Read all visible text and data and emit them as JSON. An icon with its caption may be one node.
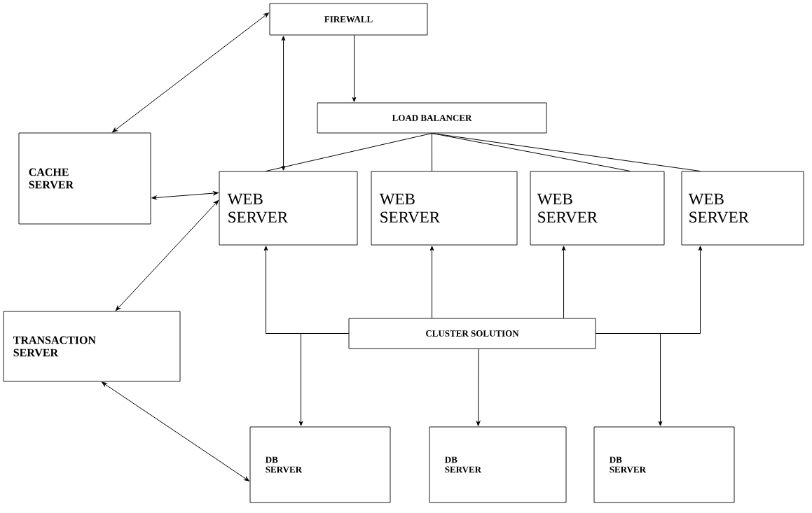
{
  "diagram": {
    "nodes": [
      {
        "text": [
          "FIREWALL"
        ]
      },
      {
        "text": [
          "LOAD BALANCER"
        ]
      },
      {
        "text": [
          "CACHE SERVER"
        ]
      },
      {
        "text": [
          "WEB SERVER"
        ]
      },
      {
        "text": [
          "WEB SERVER"
        ]
      },
      {
        "text": [
          "WEB SERVER"
        ]
      },
      {
        "text": [
          "WEB SERVER"
        ]
      },
      {
        "text": [
          "TRANSACTION SERVER"
        ]
      },
      {
        "text": [
          "CLUSTER SOLUTION"
        ]
      },
      {
        "text": [
          "DB SERVER"
        ]
      },
      {
        "text": [
          "DB SERVER"
        ]
      },
      {
        "text": [
          "DB SERVER"
        ]
      }
    ],
    "edges": [
      {
        "from": 0,
        "to": 2,
        "arrow": "both"
      },
      {
        "from": 0,
        "to": 3,
        "arrow": "both"
      },
      {
        "from": 0,
        "to": 1,
        "arrow": "to"
      },
      {
        "from": 1,
        "to": 3,
        "arrow": "none"
      },
      {
        "from": 1,
        "to": 4,
        "arrow": "none"
      },
      {
        "from": 1,
        "to": 5,
        "arrow": "none"
      },
      {
        "from": 1,
        "to": 6,
        "arrow": "none"
      },
      {
        "from": 2,
        "to": 3,
        "arrow": "both"
      },
      {
        "from": 3,
        "to": 7,
        "arrow": "both"
      },
      {
        "from": 7,
        "to": 9,
        "arrow": "both"
      },
      {
        "from": 8,
        "to": 3,
        "arrow": "to"
      },
      {
        "from": 8,
        "to": 4,
        "arrow": "to"
      },
      {
        "from": 8,
        "to": 5,
        "arrow": "to"
      },
      {
        "from": 8,
        "to": 6,
        "arrow": "to"
      },
      {
        "from": 8,
        "to": 9,
        "arrow": "to"
      },
      {
        "from": 8,
        "to": 10,
        "arrow": "to"
      },
      {
        "from": 8,
        "to": 11,
        "arrow": "to"
      }
    ]
  }
}
